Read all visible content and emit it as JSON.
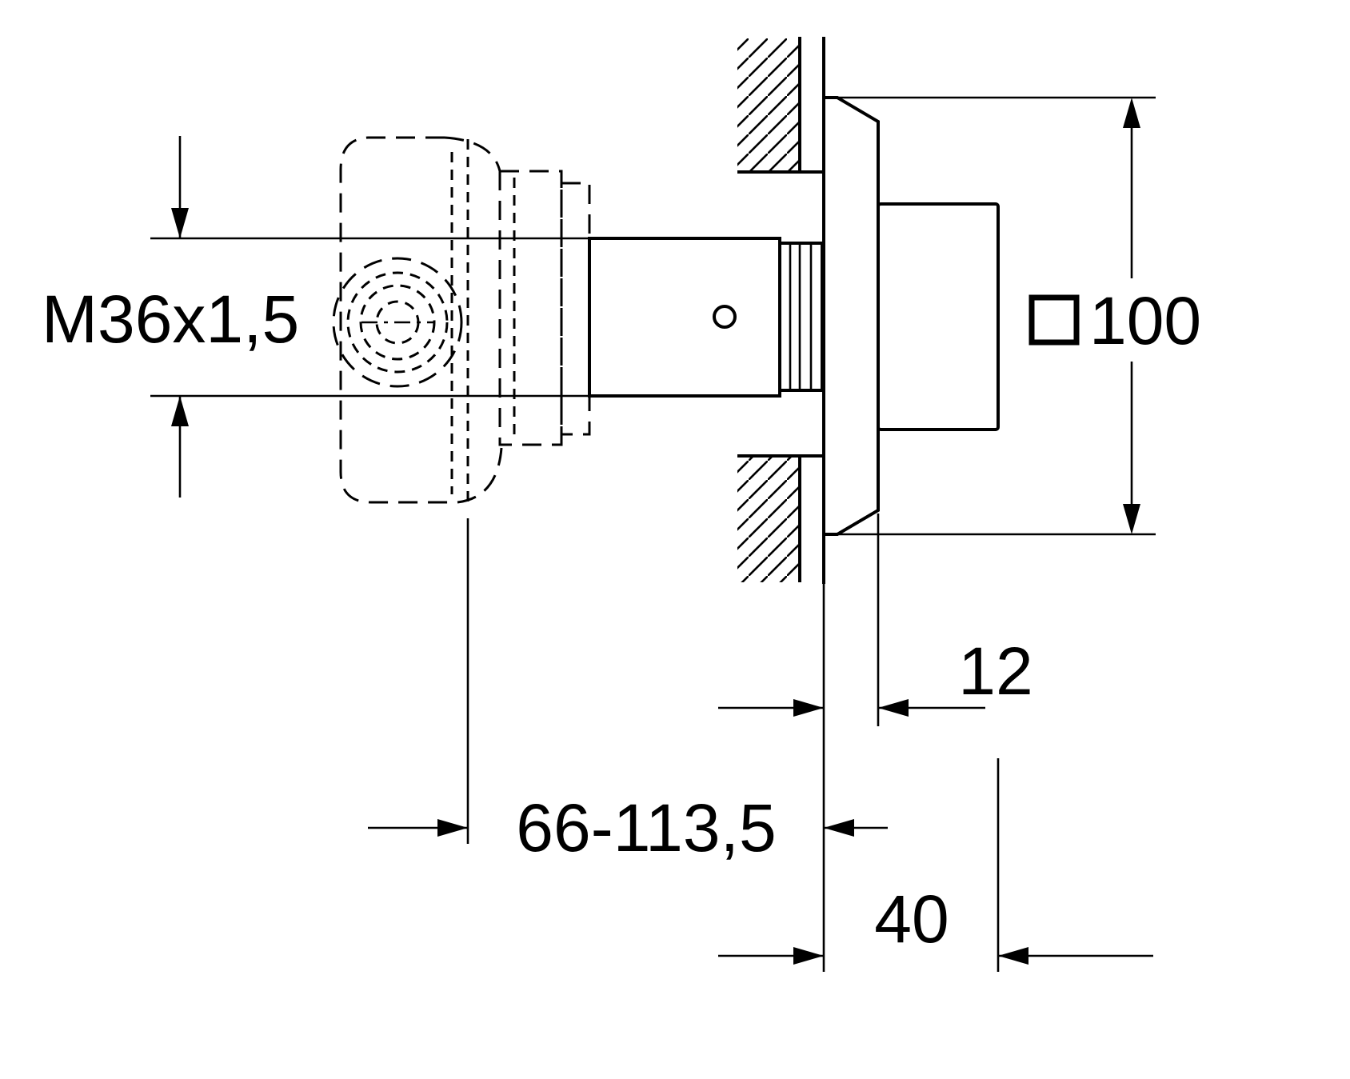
{
  "drawing": {
    "kind": "technical-dimension-drawing",
    "subject": "concealed-valve-trim-wall-section",
    "background_color": "#ffffff",
    "line_color": "#000000",
    "dimensions": {
      "thread_label": "M36x1,5",
      "square_symbol": "□",
      "face_plate_size": "100",
      "plate_thickness": "12",
      "installation_depth_range": "66-113,5",
      "handle_projection": "40"
    }
  }
}
